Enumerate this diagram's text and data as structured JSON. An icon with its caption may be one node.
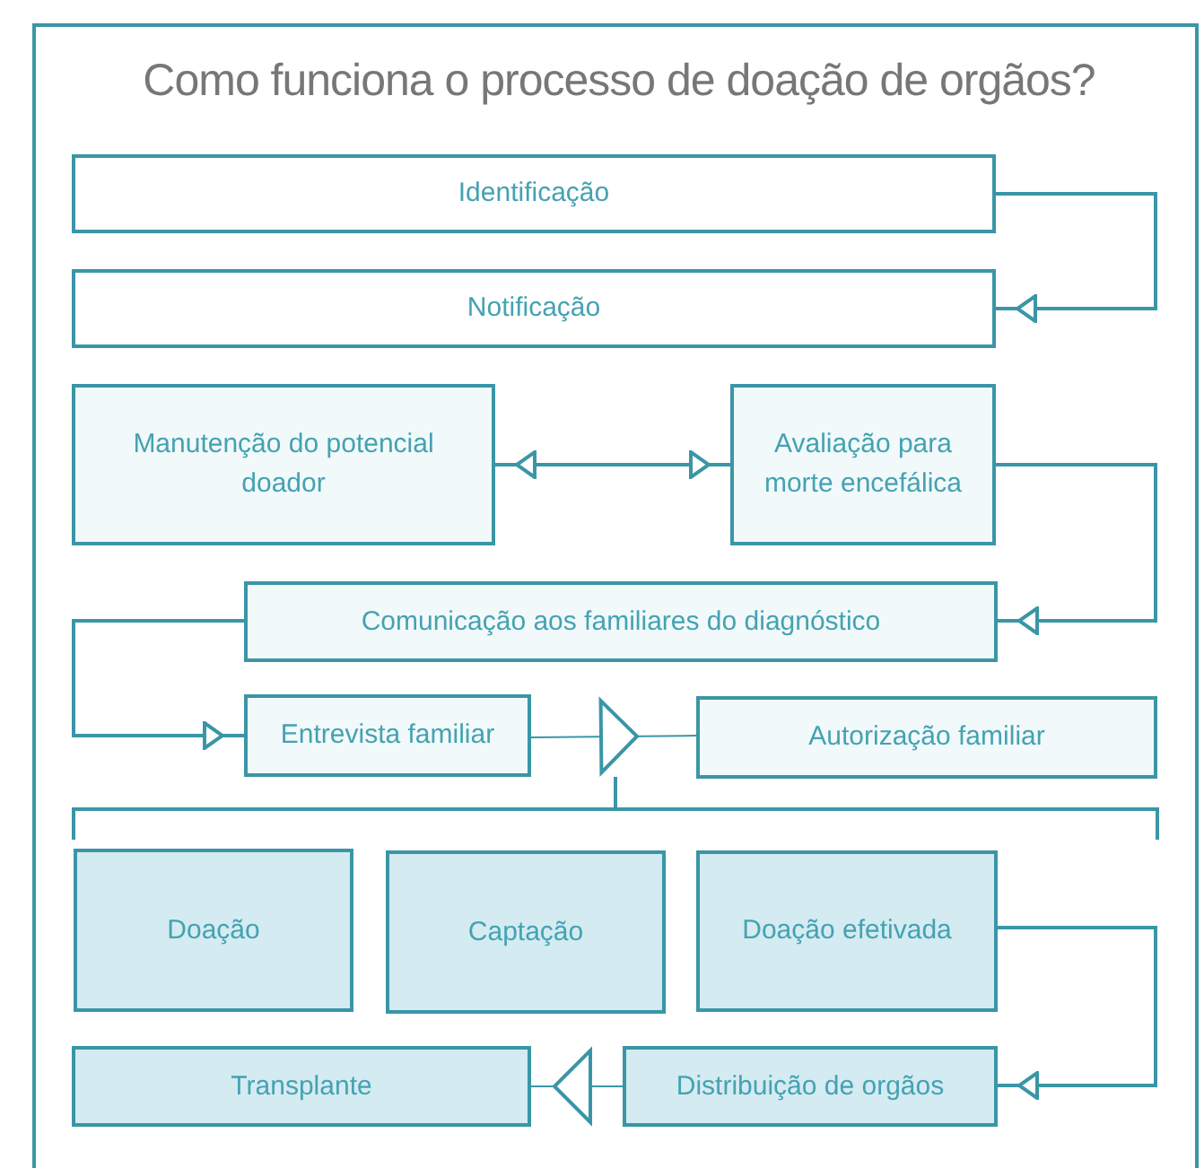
{
  "diagram": {
    "title": "Como funciona o processo de doação de orgãos?",
    "nodes": [
      {
        "text": [
          "Identificação"
        ]
      },
      {
        "text": [
          "Notificação"
        ]
      },
      {
        "text": [
          "Manutenção do potencial doador"
        ]
      },
      {
        "text": [
          "Avaliação para morte encefálica"
        ]
      },
      {
        "text": [
          "Comunicação aos familiares do diagnóstico"
        ]
      },
      {
        "text": [
          "Entrevista familiar"
        ]
      },
      {
        "text": [
          "Autorização familiar"
        ]
      },
      {
        "text": [
          "Doação"
        ]
      },
      {
        "text": [
          "Captação"
        ]
      },
      {
        "text": [
          "Doação efetivada"
        ]
      },
      {
        "text": [
          "Transplante"
        ]
      },
      {
        "text": [
          "Distribuição de orgãos"
        ]
      }
    ],
    "edges": [
      {
        "from": 0,
        "to": 1,
        "arrow": "to"
      },
      {
        "from": 2,
        "to": 3,
        "arrow": "both"
      },
      {
        "from": 3,
        "to": 4,
        "arrow": "to"
      },
      {
        "from": 4,
        "to": 5,
        "arrow": "to"
      },
      {
        "from": 5,
        "to": 6,
        "arrow": "to"
      },
      {
        "from": 9,
        "to": 11,
        "arrow": "to"
      },
      {
        "from": 11,
        "to": 10,
        "arrow": "to"
      }
    ]
  }
}
